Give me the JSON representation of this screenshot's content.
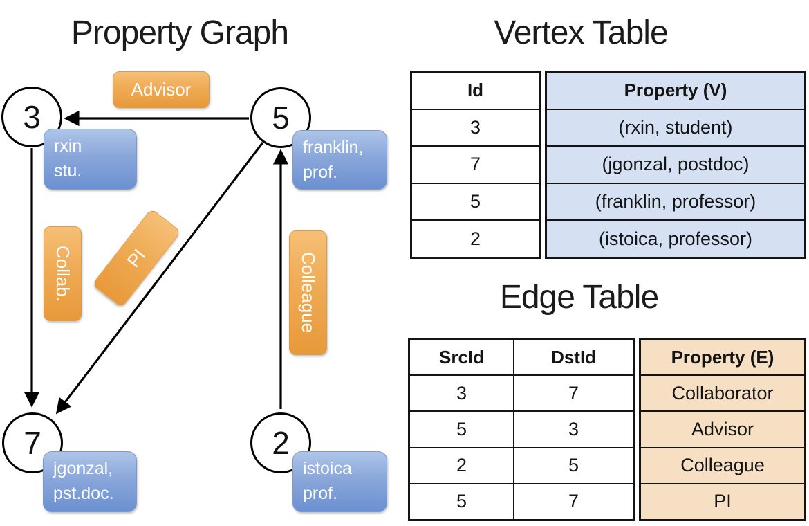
{
  "property_graph": {
    "title": "Property Graph",
    "nodes": {
      "n3": {
        "id": "3",
        "line1": "rxin",
        "line2": "stu."
      },
      "n5": {
        "id": "5",
        "line1": "franklin,",
        "line2": "prof."
      },
      "n7": {
        "id": "7",
        "line1": "jgonzal,",
        "line2": "pst.doc."
      },
      "n2": {
        "id": "2",
        "line1": "istoica",
        "line2": "prof."
      }
    },
    "edge_labels": {
      "advisor": "Advisor",
      "collab": "Collab.",
      "pi": "PI",
      "colleague": "Colleague"
    }
  },
  "vertex_table": {
    "title": "Vertex Table",
    "columns": {
      "id": "Id",
      "property": "Property (V)"
    },
    "rows": [
      {
        "id": "3",
        "property": "(rxin, student)"
      },
      {
        "id": "7",
        "property": "(jgonzal, postdoc)"
      },
      {
        "id": "5",
        "property": "(franklin, professor)"
      },
      {
        "id": "2",
        "property": "(istoica, professor)"
      }
    ]
  },
  "edge_table": {
    "title": "Edge Table",
    "columns": {
      "src": "SrcId",
      "dst": "DstId",
      "property": "Property (E)"
    },
    "rows": [
      {
        "src": "3",
        "dst": "7",
        "property": "Collaborator"
      },
      {
        "src": "5",
        "dst": "3",
        "property": "Advisor"
      },
      {
        "src": "2",
        "dst": "5",
        "property": "Colleague"
      },
      {
        "src": "5",
        "dst": "7",
        "property": "PI"
      }
    ]
  },
  "colors": {
    "edge_label_orange_top": "#f6bf77",
    "edge_label_orange_bottom": "#e8993a",
    "vertex_label_blue_top": "#aec5e8",
    "vertex_label_blue_bottom": "#6b90d1",
    "vertex_property_cell_bg": "#d5e1f3",
    "edge_property_cell_bg": "#f6dfc3",
    "line_color": "#000000"
  }
}
